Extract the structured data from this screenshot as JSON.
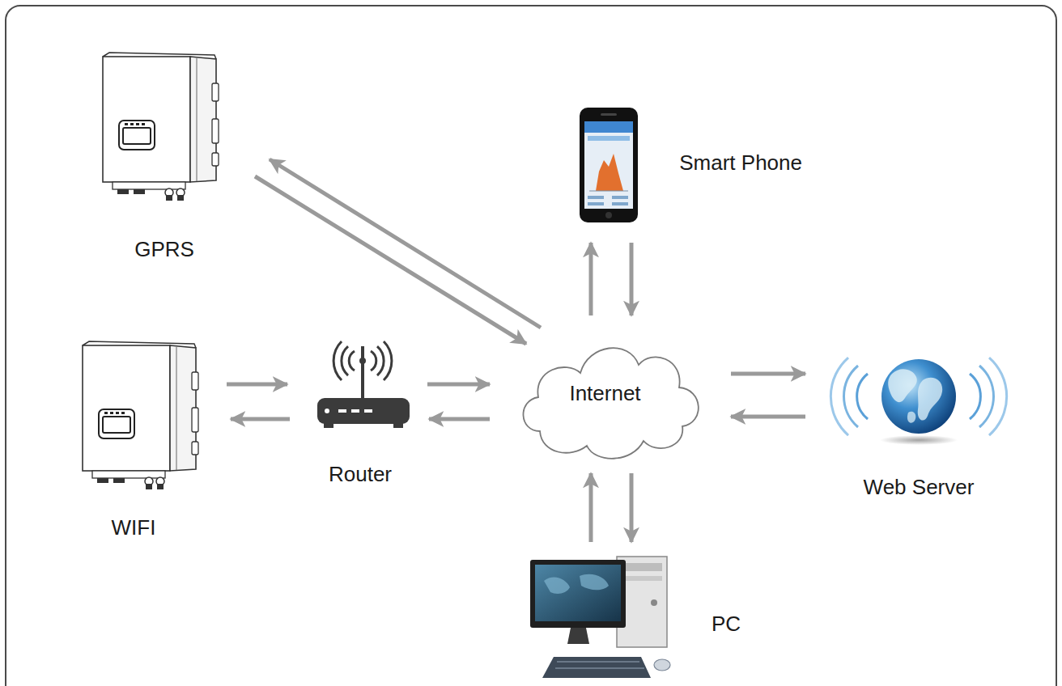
{
  "diagram": {
    "nodes": [
      {
        "text": [
          "GPRS"
        ]
      },
      {
        "text": [
          "Smart Phone"
        ]
      },
      {
        "text": [
          "WIFI"
        ]
      },
      {
        "text": [
          "Router"
        ]
      },
      {
        "text": [
          "Internet"
        ]
      },
      {
        "text": [
          "Web Server"
        ]
      },
      {
        "text": [
          "PC"
        ]
      }
    ],
    "edges": [
      {
        "from": 4,
        "to": 0,
        "arrow": "to"
      },
      {
        "from": 0,
        "to": 4,
        "arrow": "to"
      },
      {
        "from": 2,
        "to": 3,
        "arrow": "to"
      },
      {
        "from": 3,
        "to": 2,
        "arrow": "to"
      },
      {
        "from": 3,
        "to": 4,
        "arrow": "to"
      },
      {
        "from": 4,
        "to": 3,
        "arrow": "to"
      },
      {
        "from": 4,
        "to": 1,
        "arrow": "to"
      },
      {
        "from": 1,
        "to": 4,
        "arrow": "to"
      },
      {
        "from": 4,
        "to": 5,
        "arrow": "to"
      },
      {
        "from": 5,
        "to": 4,
        "arrow": "to"
      },
      {
        "from": 6,
        "to": 4,
        "arrow": "to"
      },
      {
        "from": 4,
        "to": 6,
        "arrow": "to"
      }
    ]
  }
}
